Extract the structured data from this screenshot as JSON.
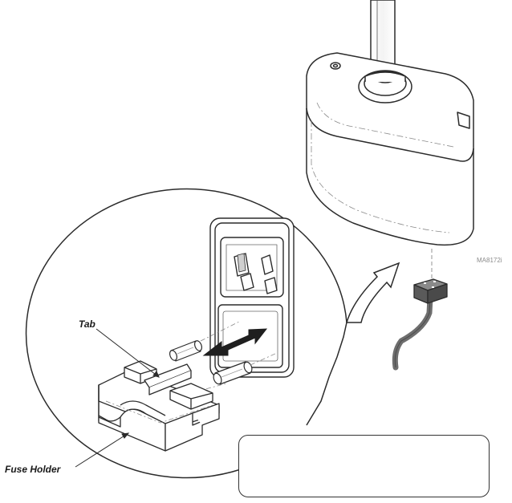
{
  "labels": {
    "tab": "Tab",
    "fuse_holder": "Fuse Holder",
    "figure_code": "MA8172i"
  },
  "note_box": {
    "text": ""
  },
  "colors": {
    "line": "#2b2b2b",
    "light_line": "#8a8a8a",
    "fill": "#ffffff",
    "cord": "#6e6e6e",
    "arrow": "#1f1f1f"
  },
  "icons": {
    "plug": "power-plug-icon",
    "double_arrow": "double-arrow-icon",
    "fuse": "fuse-icon"
  }
}
